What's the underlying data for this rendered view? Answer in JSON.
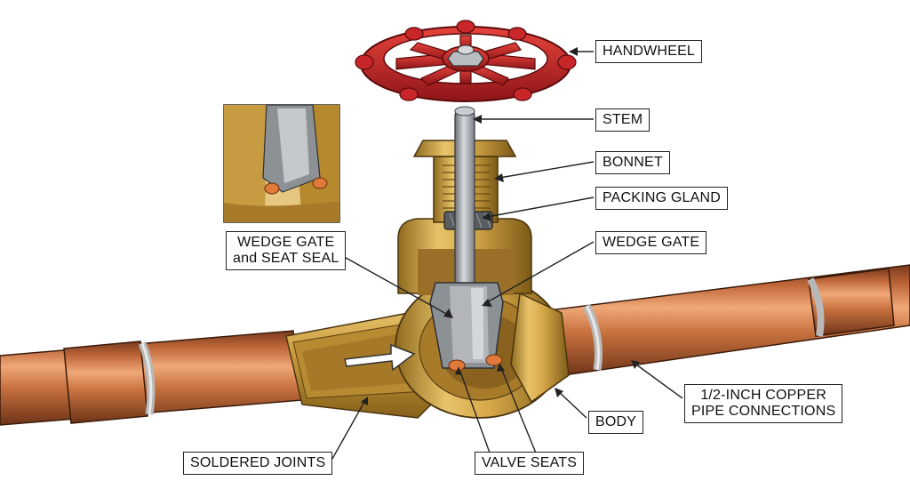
{
  "labels": {
    "handwheel": "HANDWHEEL",
    "stem": "STEM",
    "bonnet": "BONNET",
    "packing_gland": "PACKING GLAND",
    "wedge_gate": "WEDGE GATE",
    "wedge_gate_seat_seal_line1": "WEDGE GATE",
    "wedge_gate_seat_seal_line2": "and SEAT SEAL",
    "copper_pipe_line1": "1/2-INCH COPPER",
    "copper_pipe_line2": "PIPE CONNECTIONS",
    "body": "BODY",
    "soldered_joints": "SOLDERED JOINTS",
    "valve_seats": "VALVE SEATS"
  },
  "colors": {
    "copper": "#c8723f",
    "copper_dark": "#8c4624",
    "brass": "#d7a94a",
    "brass_dark": "#8f6a1e",
    "handwheel_red": "#c9262a",
    "steel": "#9ea3a8",
    "seat_orange": "#e07a3a",
    "leader_line": "#222222"
  },
  "icons": {
    "flow_arrow": "arrow-right-icon"
  }
}
